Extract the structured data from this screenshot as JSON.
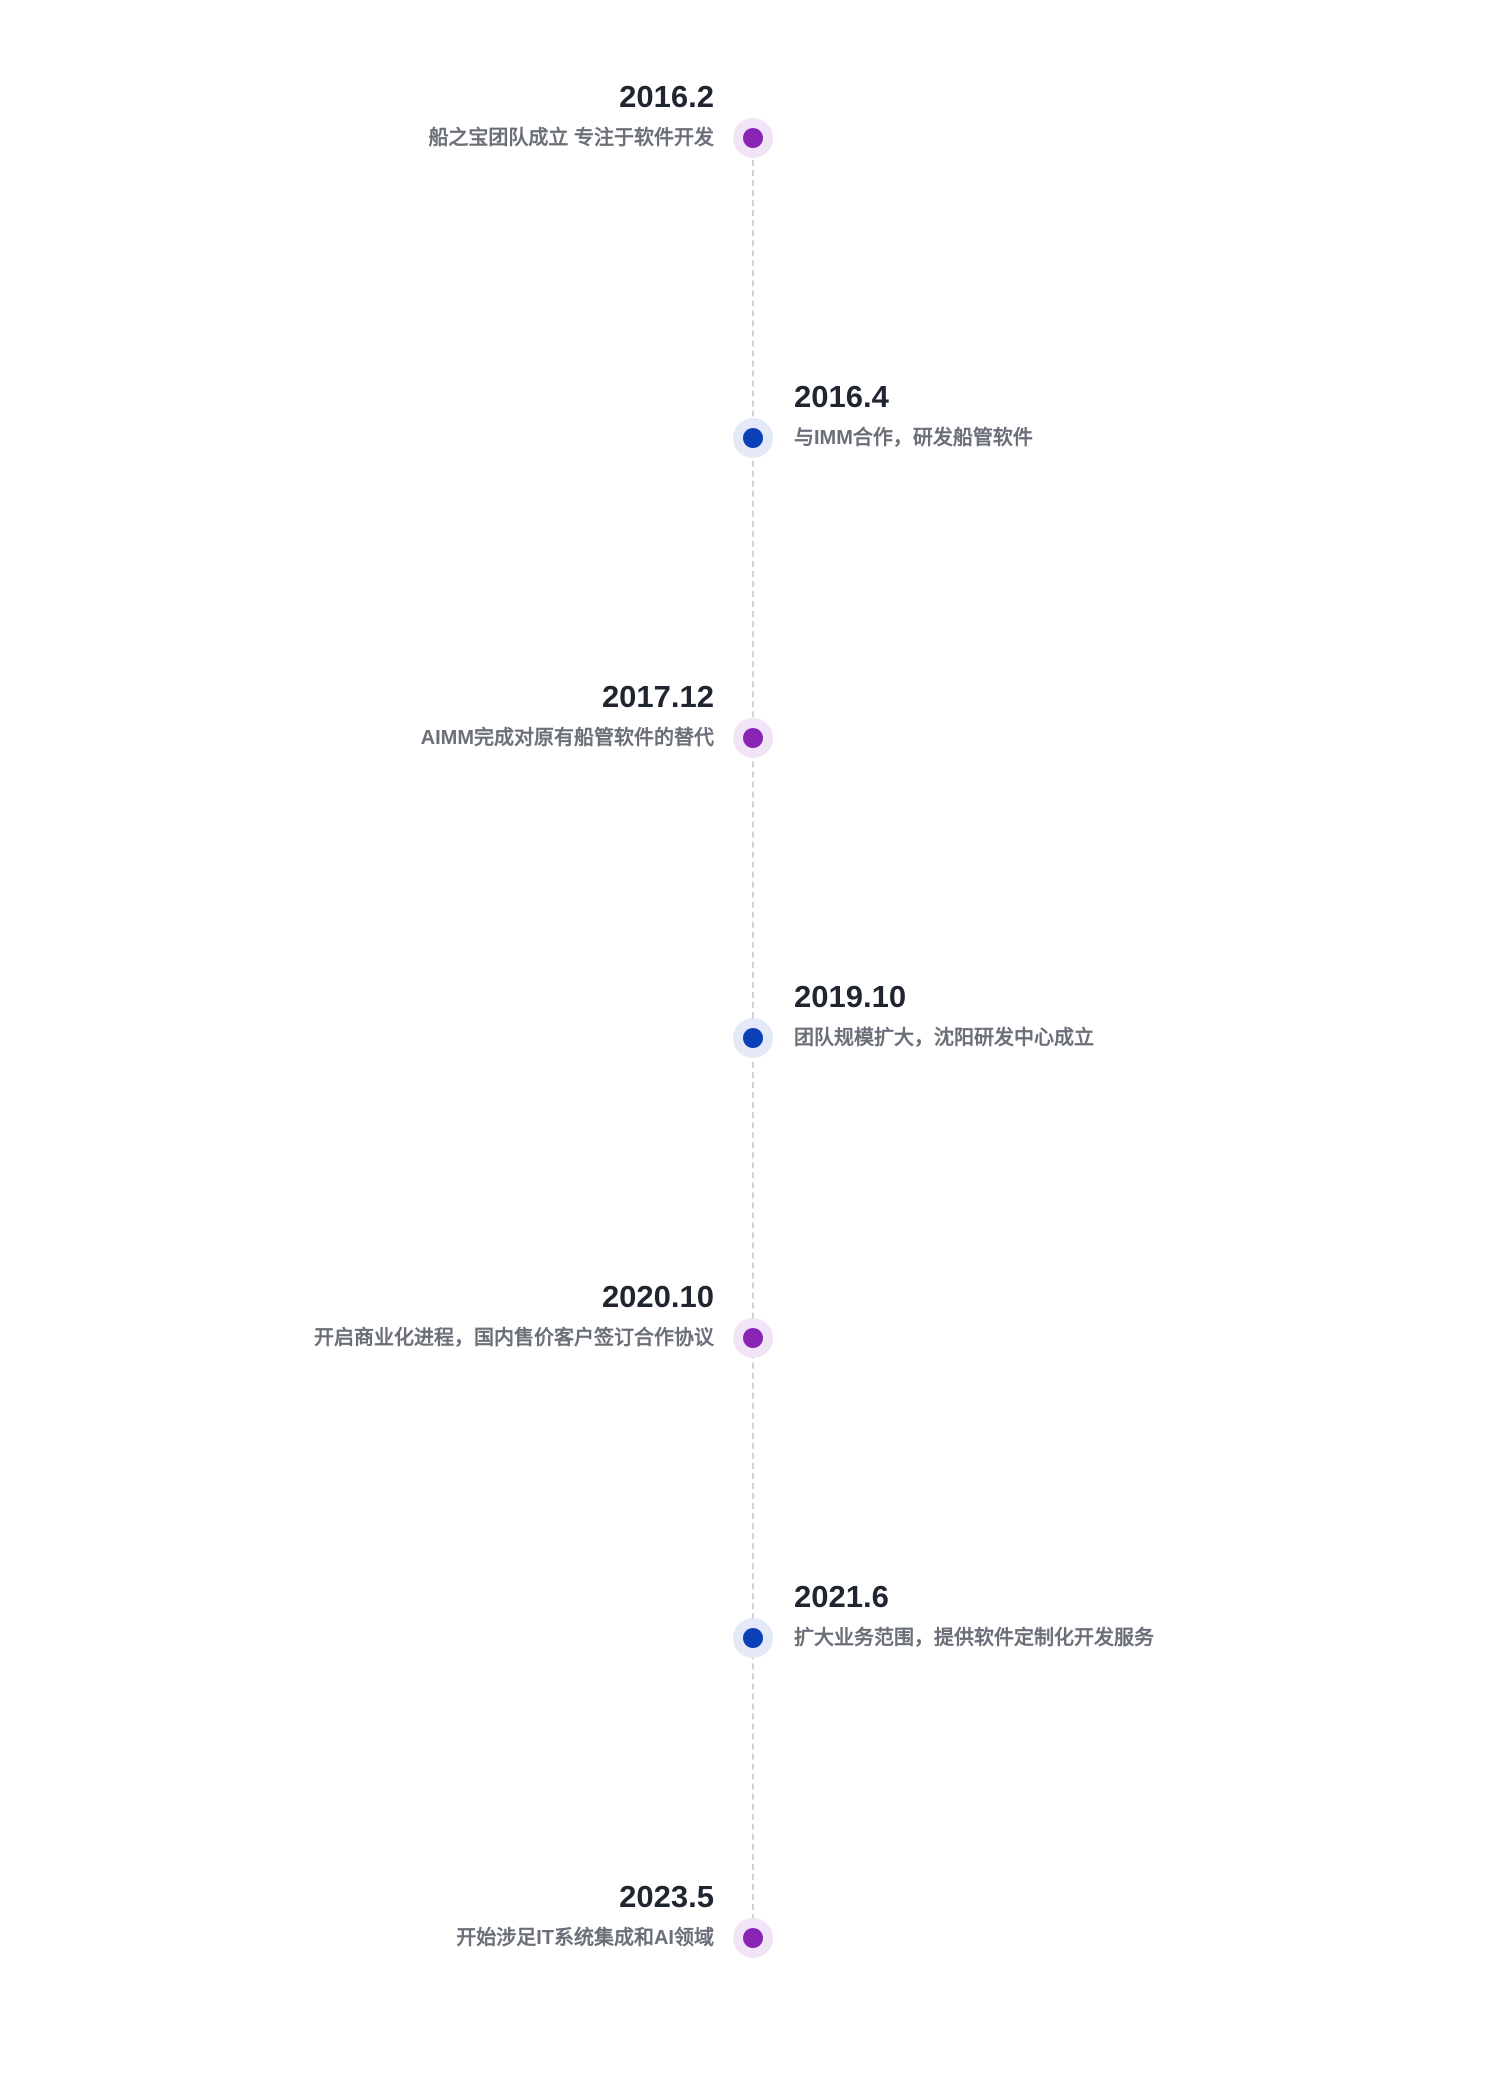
{
  "colors": {
    "left_dot": "#8a24b6",
    "left_halo": "#f1e4f6",
    "right_dot": "#0b3fb8",
    "right_halo": "#e3e9f7",
    "line": "#d2d2d6",
    "date_text": "#1f2630",
    "desc_text": "#6b6f78"
  },
  "timeline": {
    "events": [
      {
        "date": "2016.2",
        "desc": "船之宝团队成立 专注于软件开发",
        "side": "left"
      },
      {
        "date": "2016.4",
        "desc": "与IMM合作，研发船管软件",
        "side": "right"
      },
      {
        "date": "2017.12",
        "desc": "AIMM完成对原有船管软件的替代",
        "side": "left"
      },
      {
        "date": "2019.10",
        "desc": "团队规模扩大，沈阳研发中心成立",
        "side": "right"
      },
      {
        "date": "2020.10",
        "desc": "开启商业化进程，国内售价客户签订合作协议",
        "side": "left"
      },
      {
        "date": "2021.6",
        "desc": "扩大业务范围，提供软件定制化开发服务",
        "side": "right"
      },
      {
        "date": "2023.5",
        "desc": "开始涉足IT系统集成和AI领域",
        "side": "left"
      }
    ]
  }
}
